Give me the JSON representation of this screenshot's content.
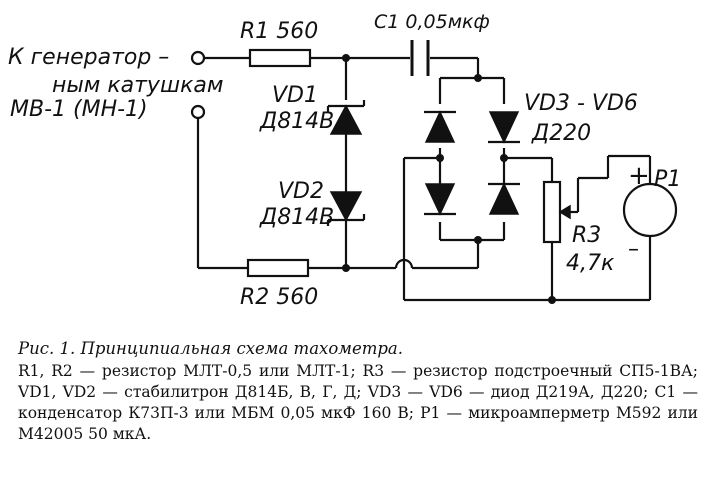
{
  "diagram": {
    "input_label": [
      "К генератор –",
      "ным катушкам",
      "МВ-1 (МН-1)"
    ],
    "r1_label": "R1 560",
    "c1_label": "C1 0,05мкф",
    "vd1_label": [
      "VD1",
      "Д814В"
    ],
    "vd2_label": [
      "VD2",
      "Д814В"
    ],
    "vd3_label": [
      "VD3 - VD6",
      "Д220"
    ],
    "r3_label": [
      "R3",
      "4,7к"
    ],
    "r2_label": "R2 560",
    "p1_label": "P1",
    "plus": "+",
    "minus": "–"
  },
  "caption": {
    "title": "Рис. 1. Принципиальная схема тахометра.",
    "body": "R1, R2 — резистор МЛТ-0,5 или МЛТ-1; R3 — резистор подстроечный СП5-1ВА; VD1, VD2 — стабилитрон Д814Б, В, Г, Д; VD3 — VD6 — диод Д219А, Д220; C1 — конденсатор К73П-3 или МБМ 0,05 мкФ 160 В; P1 — микроамперметр М592 или М42005 50 мкА."
  }
}
